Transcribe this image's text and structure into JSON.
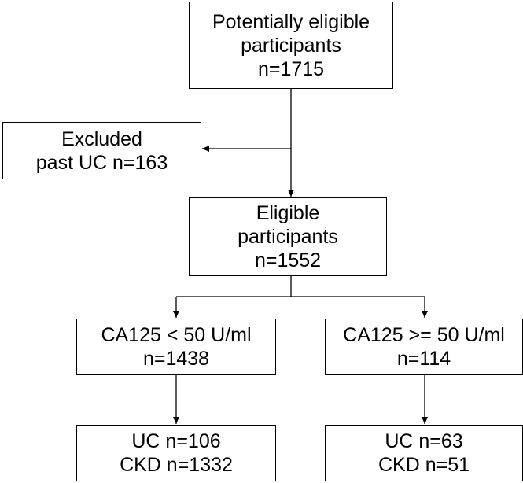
{
  "flowchart": {
    "top": {
      "line1": "Potentially eligible",
      "line2": "participants",
      "line3": "n=1715"
    },
    "excluded": {
      "line1": "Excluded",
      "line2": "past UC n=163"
    },
    "eligible": {
      "line1": "Eligible",
      "line2": "participants",
      "line3": "n=1552"
    },
    "left_branch": {
      "line1": "CA125 < 50 U/ml",
      "line2": "n=1438"
    },
    "right_branch": {
      "line1": "CA125 >= 50 U/ml",
      "line2": "n=114"
    },
    "left_outcome": {
      "line1": "UC n=106",
      "line2": "CKD n=1332"
    },
    "right_outcome": {
      "line1": "UC n=63",
      "line2": "CKD n=51"
    }
  }
}
